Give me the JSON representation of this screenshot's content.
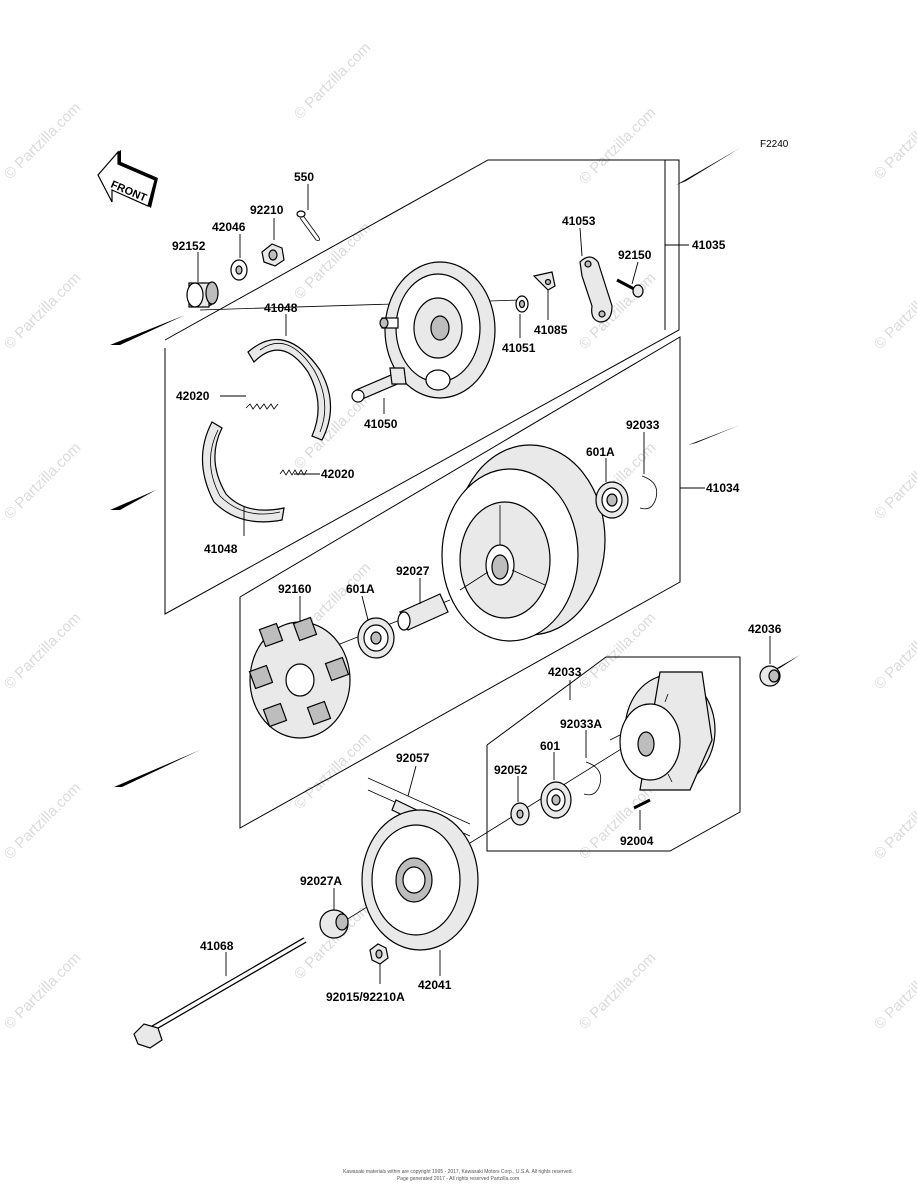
{
  "diagram_code": "F2240",
  "front_label": "FRONT",
  "watermark": "© Partzilla.com",
  "footer": {
    "line1": "Kawasaki materials within are copyright 1995 - 2017, Kawasaki Motors Corp., U.S.A. All rights reserved.",
    "line2": "Page generated 2017 - All rights reserved Partzilla.com"
  },
  "callouts": [
    "550",
    "92210",
    "42046",
    "92152",
    "41048",
    "42020",
    "42020",
    "41048",
    "41053",
    "92150",
    "41035",
    "41085",
    "41051",
    "41050",
    "92033",
    "601A",
    "41034",
    "92160",
    "601A",
    "92027",
    "42036",
    "42033",
    "92033A",
    "601",
    "92052",
    "92057",
    "92004",
    "92027A",
    "41068",
    "42041",
    "92015/92210A"
  ]
}
